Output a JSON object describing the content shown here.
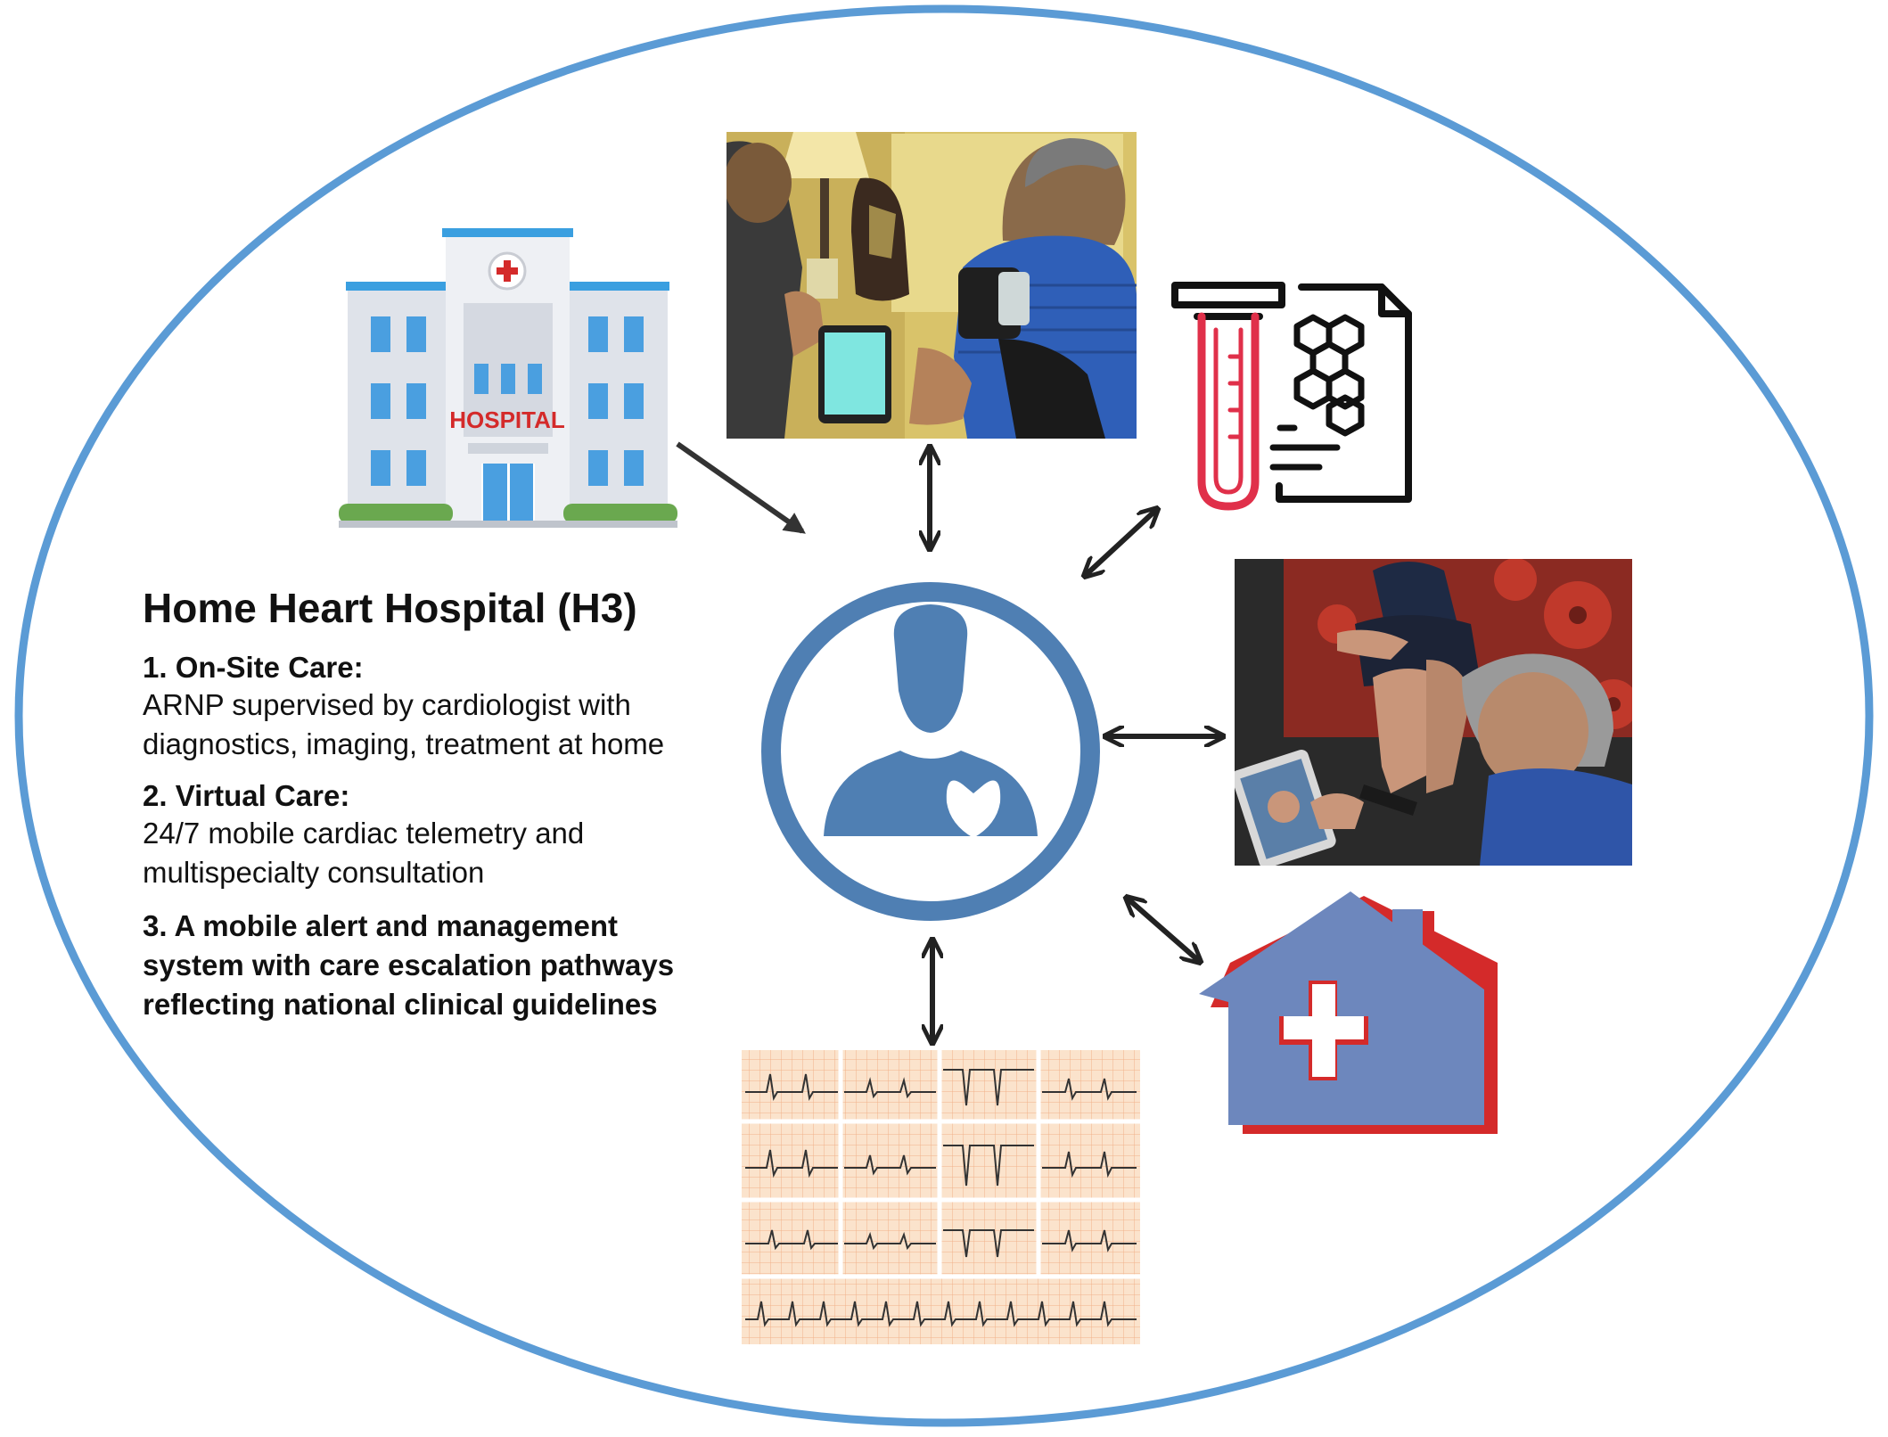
{
  "diagram": {
    "title": "Home Heart Hospital (H3)",
    "items": [
      {
        "heading": "1. On-Site Care:",
        "lines": [
          "ARNP supervised by cardiologist with",
          "diagnostics, imaging, treatment at home"
        ]
      },
      {
        "heading": "2. Virtual Care:",
        "lines": [
          "24/7 mobile cardiac telemetry and",
          "multispecialty consultation"
        ]
      },
      {
        "heading": "",
        "lines": [
          "3. A mobile alert and management",
          "system with care escalation pathways",
          "reflecting national clinical guidelines"
        ]
      }
    ],
    "hospital_sign": "HOSPITAL",
    "colors": {
      "ellipse": "#5b9bd5",
      "patient": "#4f7fb3",
      "hospital_red": "#d42a2a",
      "lab_red": "#e0304a",
      "house_blue": "#6d87bd",
      "ecg_paper": "#fbe3cc"
    },
    "icons": {
      "hospital": "hospital-building-icon",
      "patient": "patient-heart-icon",
      "lab": "lab-test-tube-icon",
      "home": "home-health-icon",
      "ecg": "ecg-strip-icon"
    }
  }
}
